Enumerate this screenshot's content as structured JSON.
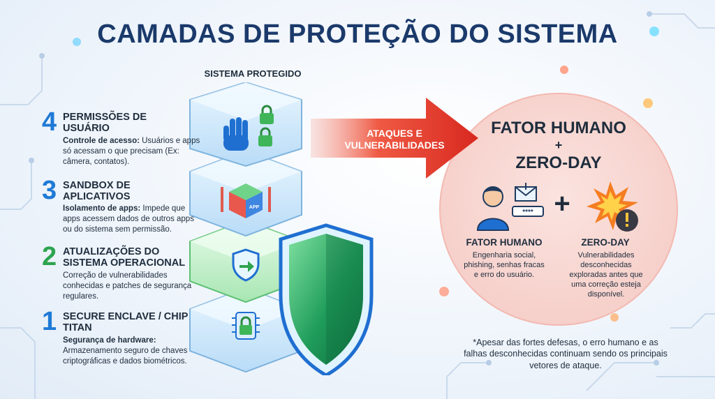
{
  "title": "CAMADAS DE PROTEÇÃO DO SISTEMA",
  "stack_label": "SISTEMA PROTEGIDO",
  "layers": [
    {
      "number": "4",
      "title": "PERMISSÕES DE USUÁRIO",
      "desc_bold": "Controle de acesso:",
      "desc_text": " Usuários e apps só acessam o que precisam (Ex: câmera, contatos).",
      "color": "#1f7ad6"
    },
    {
      "number": "3",
      "title": "SANDBOX DE APLICATIVOS",
      "desc_bold": "Isolamento de apps:",
      "desc_text": " Impede que apps acessem dados de outros apps ou do sistema sem permissão.",
      "color": "#1f7ad6",
      "app_text": "APP"
    },
    {
      "number": "2",
      "title": "ATUALIZAÇÕES DO SISTEMA OPERACIONAL",
      "desc_bold": "",
      "desc_text": "Correção de vulnerabilidades conhecidas e patches de segurança regulares.",
      "color": "#2ea44f"
    },
    {
      "number": "1",
      "title": "SECURE ENCLAVE / CHIP TITAN",
      "desc_bold": "Segurança de hardware:",
      "desc_text": " Armazenamento seguro de chaves criptográficas e dados biométricos.",
      "color": "#1f7ad6"
    }
  ],
  "arrow": {
    "label": "ATAQUES E VULNERABILIDADES",
    "color": "#e5342b"
  },
  "threats": {
    "title_line1": "FATOR HUMANO",
    "plus": "+",
    "title_line2": "ZERO-DAY",
    "human": {
      "label": "FATOR HUMANO",
      "desc": "Engenharia social, phishing, senhas fracas e erro do usuário.",
      "password_mask": "****"
    },
    "big_plus": "+",
    "zeroday": {
      "label": "ZERO-DAY",
      "desc": "Vulnerabilidades desconhecidas exploradas antes que uma correção esteja disponível."
    },
    "circle_color": "#f9dcd8"
  },
  "footnote": "*Apesar das fortes defesas, o erro humano e as falhas desconhecidas continuam sendo os principais vetores de ataque.",
  "icons": [
    "hand-icon",
    "padlock-icon",
    "app-cube-icon",
    "shield-arrow-icon",
    "chip-lock-icon",
    "large-shield-icon",
    "user-icon",
    "envelope-icon",
    "explosion-icon",
    "warning-icon"
  ]
}
